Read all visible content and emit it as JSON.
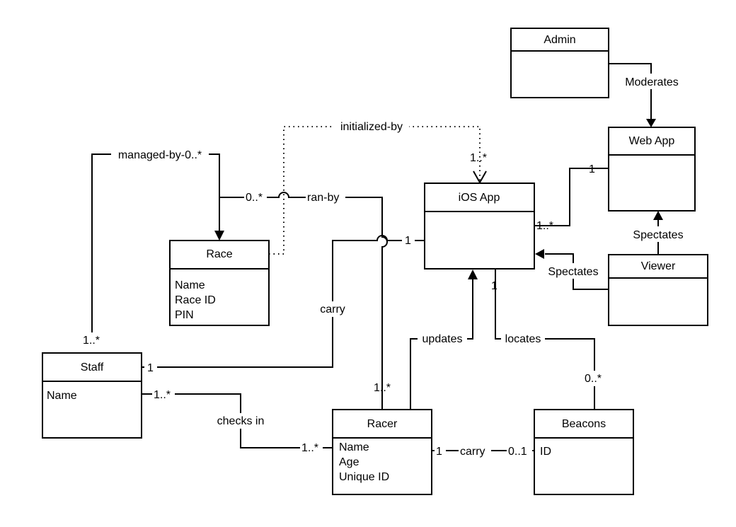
{
  "classes": {
    "admin": {
      "name": "Admin",
      "attributes": []
    },
    "web_app": {
      "name": "Web App",
      "attributes": []
    },
    "ios_app": {
      "name": "iOS App",
      "attributes": []
    },
    "race": {
      "name": "Race",
      "attributes": [
        "Name",
        "Race ID",
        "PIN"
      ]
    },
    "viewer": {
      "name": "Viewer",
      "attributes": []
    },
    "staff": {
      "name": "Staff",
      "attributes": [
        "Name"
      ]
    },
    "racer": {
      "name": "Racer",
      "attributes": [
        "Name",
        "Age",
        "Unique ID"
      ]
    },
    "beacons": {
      "name": "Beacons",
      "attributes": [
        "ID"
      ]
    }
  },
  "associations": {
    "moderates": {
      "label": "Moderates"
    },
    "initialized": {
      "label": "initialized-by",
      "mult_ios": "1..*"
    },
    "managed": {
      "label": "managed-by-0..*",
      "mult_staff": "1..*"
    },
    "ran_by": {
      "label": "ran-by",
      "mult_race": "0..*",
      "mult_racer": "1..*"
    },
    "ios_web": {
      "mult_web": "1",
      "mult_ios": "1..*"
    },
    "carry_staff": {
      "label": "carry",
      "mult_ios": "1",
      "mult_staff": "1"
    },
    "spect_web": {
      "label": "Spectates"
    },
    "spect_ios": {
      "label": "Spectates"
    },
    "updates": {
      "label": "updates"
    },
    "locates": {
      "label": "locates",
      "mult_ios": "1",
      "mult_beacons": "0..*"
    },
    "checks_in": {
      "label": "checks in",
      "mult_staff": "1..*",
      "mult_racer": "1..*"
    },
    "carry_racer": {
      "label": "carry",
      "mult_racer": "1",
      "mult_beacons": "0..1"
    }
  }
}
